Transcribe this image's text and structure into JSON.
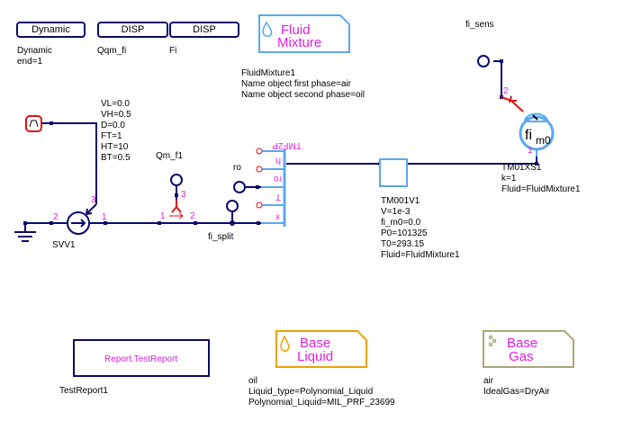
{
  "toolbar_blocks": [
    {
      "label": "Dynamic",
      "caption": "Dynamic\nend=1"
    },
    {
      "label": "DISP",
      "caption": "Qqm_fi"
    },
    {
      "label": "DISP",
      "caption": "Fi"
    }
  ],
  "fluid_mixture": {
    "icon": "droplet-icon",
    "title_line1": "Fluid",
    "title_line2": "Mixture",
    "caption": "FluidMixture1\nName object first phase=air\nName object second phase=oil"
  },
  "source": {
    "params": "VL=0.0\nVH=0.5\nD=0.0\nFT=1\nHT=10\nBT=0.5"
  },
  "switch_valve": {
    "name": "SVV1",
    "pins": {
      "in": "2",
      "out": "1",
      "ctrl": "3"
    }
  },
  "flow_sensor": {
    "name": "Qm_f1",
    "pins": {
      "in": "1",
      "out": "2",
      "sig": "3"
    }
  },
  "split_node": {
    "name": "fi_split"
  },
  "ro_label": "ro",
  "tmf2p": {
    "title": "TMF2P",
    "ports": [
      "h",
      "ro",
      "T",
      "x"
    ]
  },
  "volume": {
    "caption": "TM001V1\nV=1e-3\nfi_m0=0.0\nP0=101325\nT0=293.15\nFluid=FluidMixture1"
  },
  "sensor": {
    "label": "fi_sens",
    "symbol_main": "fi",
    "symbol_sub": "m0",
    "caption": "TM01XS1\nk=1\nFluid=FluidMixture1",
    "pins": {
      "in": "1",
      "out": "2"
    }
  },
  "report": {
    "label": "Report.TestReport",
    "caption": "TestReport1"
  },
  "base_liquid": {
    "title_line1": "Base",
    "title_line2": "Liquid",
    "caption": "oil\nLiquid_type=Polynomial_Liquid\nPolynomial_Liquid=MIL_PRF_23699"
  },
  "base_gas": {
    "title_line1": "Base",
    "title_line2": "Gas",
    "caption": "air\nIdealGas=DryAir"
  },
  "colors": {
    "wire": "#0a0a6e",
    "thermal": "#5aa8f0",
    "signal_red": "#e01010",
    "pin_magenta": "#e020e0",
    "liquid": "#f0a000",
    "gas": "#a8a878"
  }
}
